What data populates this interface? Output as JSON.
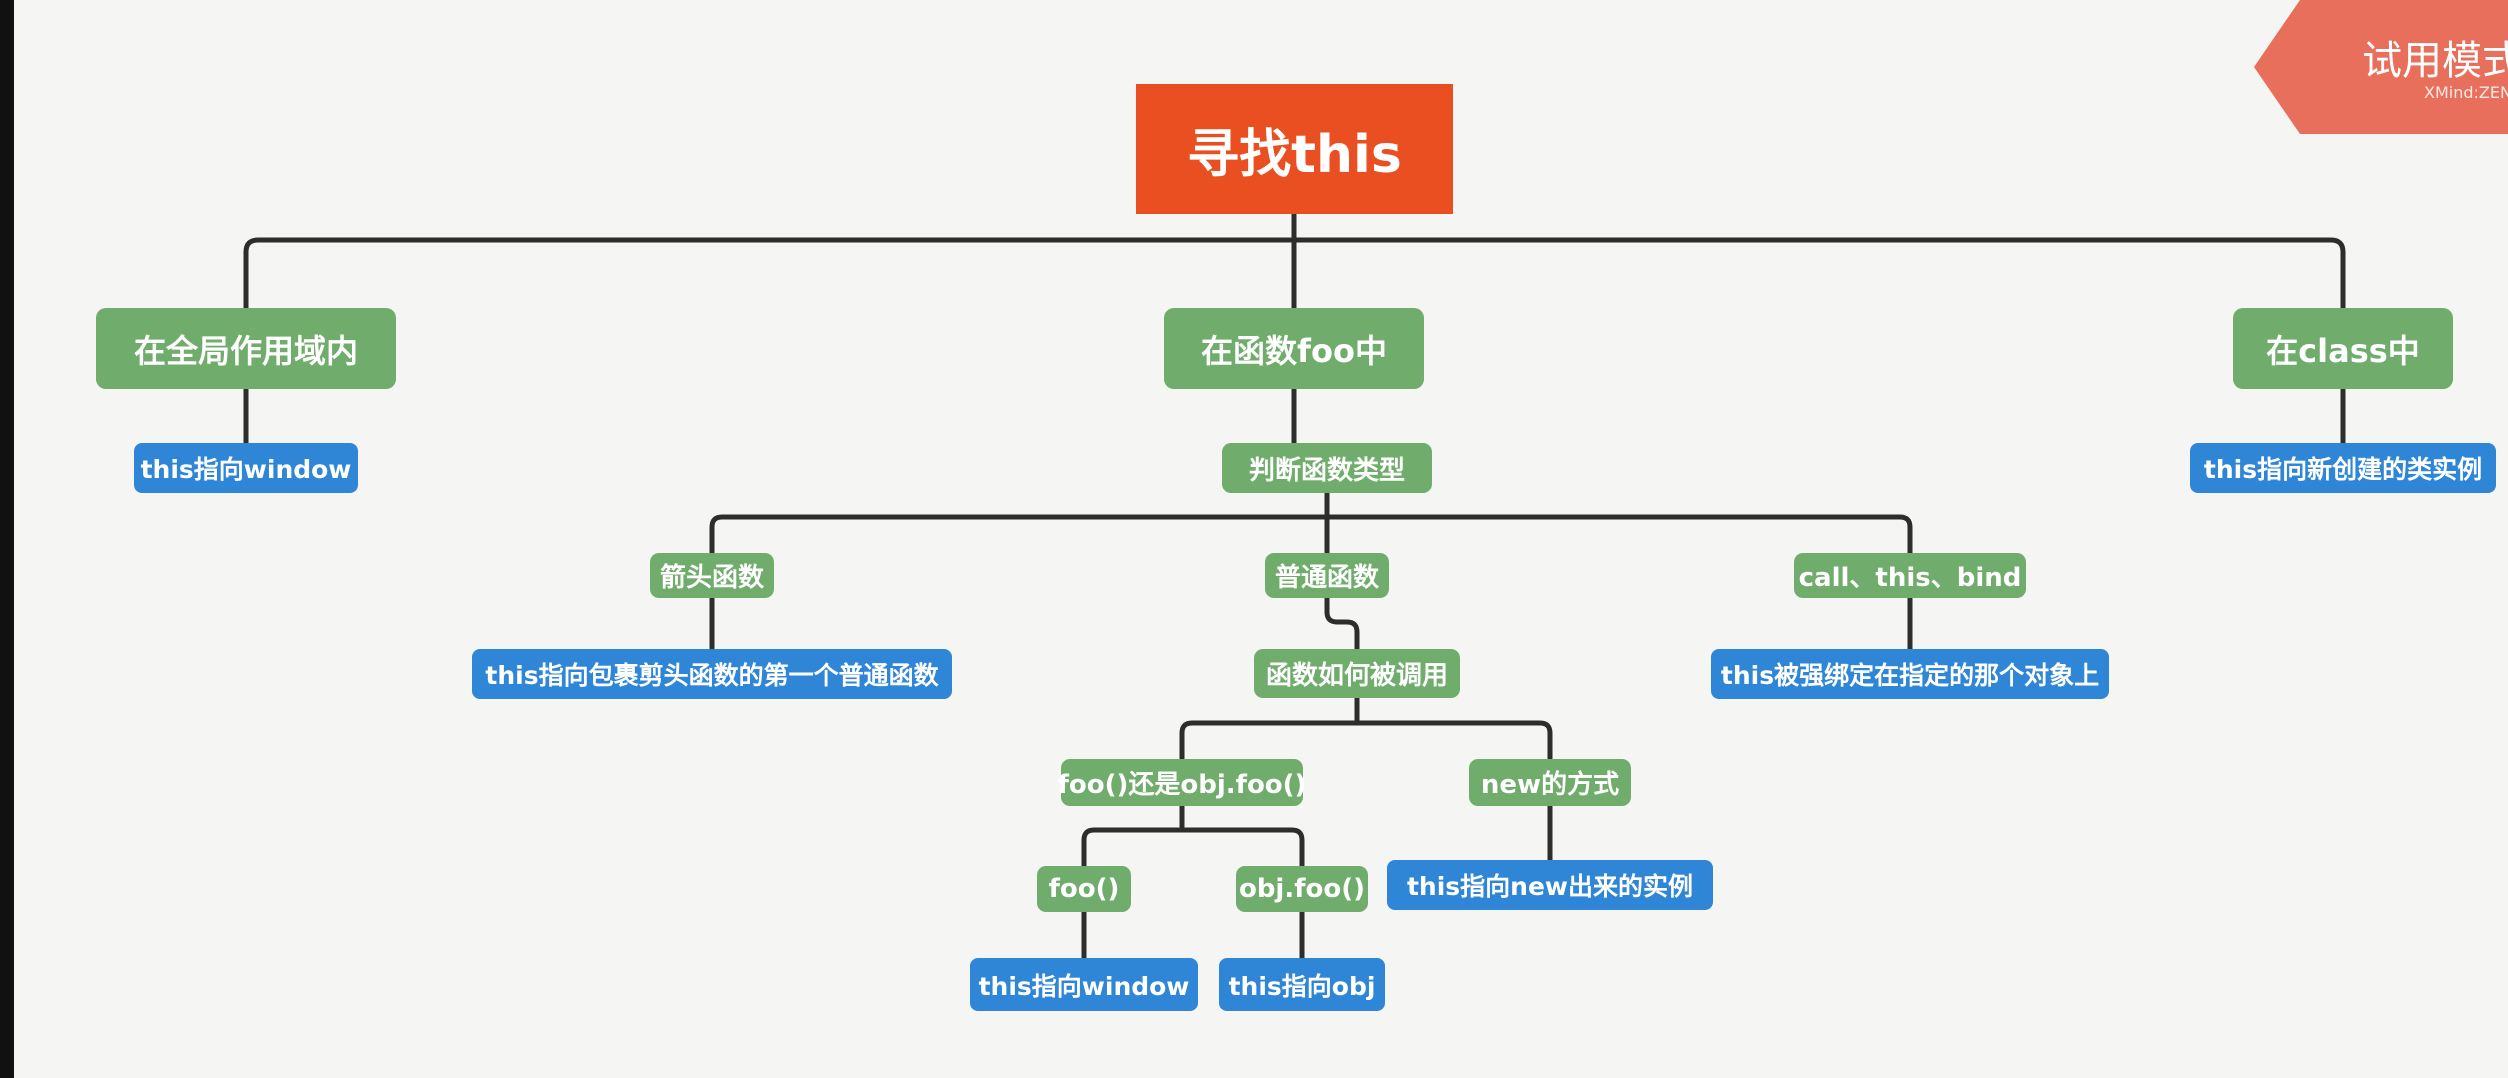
{
  "mindmap": {
    "root": "寻找this",
    "global": {
      "label": "在全局作用域内",
      "result": "this指向window"
    },
    "function": {
      "label": "在函数foo中",
      "judge": "判断函数类型",
      "arrow": {
        "label": "箭头函数",
        "result": "this指向包裹剪头函数的第一个普通函数"
      },
      "normal": {
        "label": "普通函数",
        "how": "函数如何被调用",
        "call_style": {
          "label": "foo()还是obj.foo()",
          "foo": {
            "label": "foo()",
            "result": "this指向window"
          },
          "objfoo": {
            "label": "obj.foo()",
            "result": "this指向obj"
          }
        },
        "new_style": {
          "label": "new的方式",
          "result": "this指向new出来的实例"
        }
      },
      "bind": {
        "label": "call、this、bind",
        "result": "this被强绑定在指定的那个对象上"
      }
    },
    "class": {
      "label": "在class中",
      "result": "this指向新创建的类实例"
    }
  },
  "watermark": {
    "text": "试用模式",
    "sub": "XMind:ZEN"
  },
  "colors": {
    "root": "#ea4f22",
    "topic": "#70ad6c",
    "leaf": "#2f86d6",
    "line": "#2d2d2d",
    "background": "#f5f5f4",
    "badge": "#e86f5c"
  }
}
